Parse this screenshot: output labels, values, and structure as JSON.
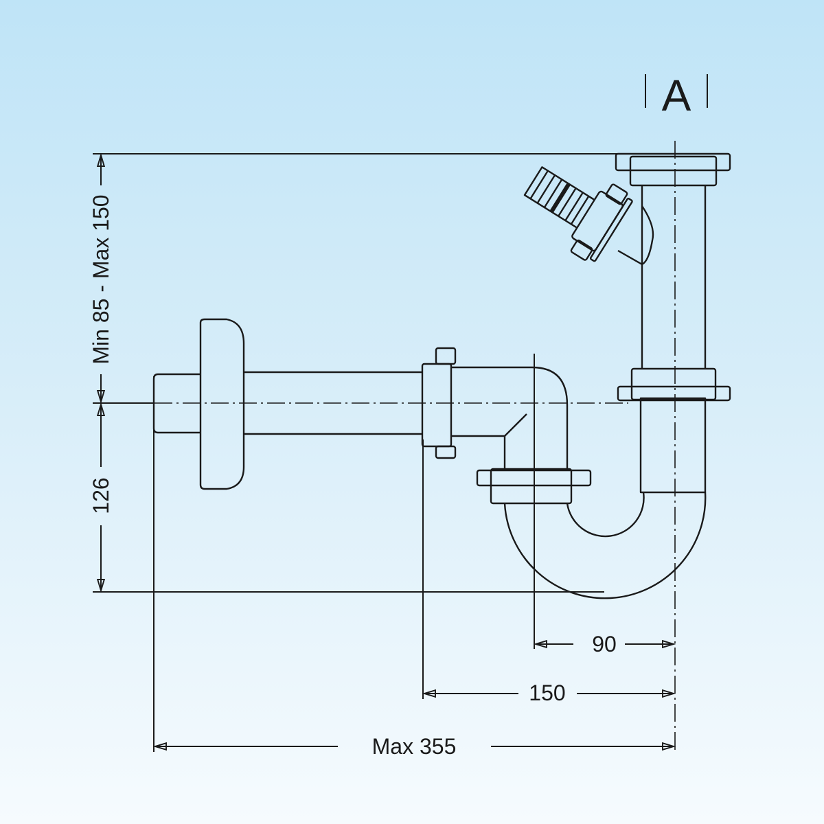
{
  "section_label": "A",
  "dimensions": {
    "height_range": "Min 85 - Max 150",
    "drop": "126",
    "outlet_offset": "90",
    "inlet_offset": "150",
    "max_length": "Max 355"
  }
}
